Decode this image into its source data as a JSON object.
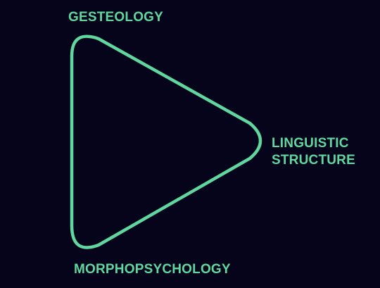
{
  "diagram": {
    "shape": "rounded-triangle",
    "colors": {
      "background": "#05041a",
      "stroke": "#5fd79f",
      "text": "#5fd79f"
    },
    "vertices": {
      "top": {
        "label": "GESTEOLOGY"
      },
      "right": {
        "label_lines": [
          "LINGUISTIC",
          "STRUCTURE"
        ]
      },
      "bottom": {
        "label": "MORPHOPSYCHOLOGY"
      }
    }
  }
}
